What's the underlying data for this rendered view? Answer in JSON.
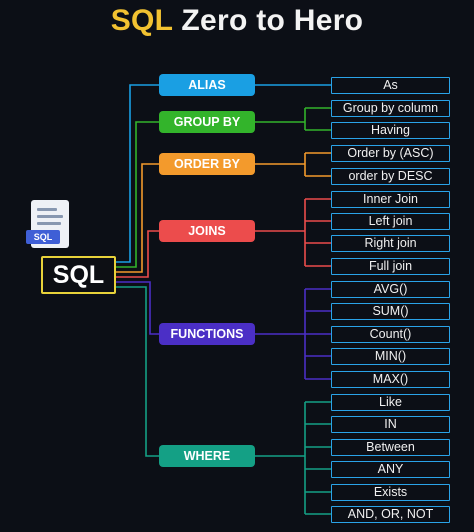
{
  "title": {
    "part1": "SQL",
    "part2": "Zero to Hero"
  },
  "root": {
    "label": "SQL",
    "icon": "sql-document-icon",
    "icon_badge": "SQL"
  },
  "colors": {
    "title_accent": "#f2c231",
    "root_border": "#e8d23a",
    "leaf_border": "#2aa3e8",
    "background": "#0c0f16"
  },
  "categories": [
    {
      "label": "ALIAS",
      "color": "#1a9fe3",
      "items": [
        "As"
      ]
    },
    {
      "label": "GROUP BY",
      "color": "#33b42b",
      "items": [
        "Group by column",
        "Having"
      ]
    },
    {
      "label": "ORDER BY",
      "color": "#f39a2c",
      "items": [
        "Order by (ASC)",
        "order by DESC"
      ]
    },
    {
      "label": "JOINS",
      "color": "#ec4c4c",
      "items": [
        "Inner Join",
        "Left join",
        "Right join",
        "Full join"
      ]
    },
    {
      "label": "FUNCTIONS",
      "color": "#4b2fc6",
      "items": [
        "AVG()",
        "SUM()",
        "Count()",
        "MIN()",
        "MAX()"
      ]
    },
    {
      "label": "WHERE",
      "color": "#14a085",
      "items": [
        "Like",
        "IN",
        "Between",
        "ANY",
        "Exists",
        "AND, OR, NOT"
      ]
    }
  ]
}
